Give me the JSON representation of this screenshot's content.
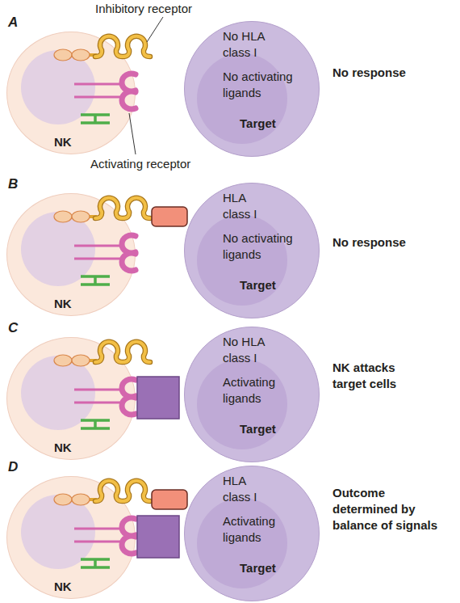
{
  "diagram": {
    "nodes": [
      {
        "text": [
          "NK"
        ]
      },
      {
        "text": [
          "No HLA class I",
          "No activating ligands",
          "Target"
        ]
      },
      {
        "text": [
          "NK"
        ]
      },
      {
        "text": [
          "HLA class I",
          "No activating ligands",
          "Target"
        ]
      },
      {
        "text": [
          "NK"
        ]
      },
      {
        "text": [
          "No HLA class I",
          "Activating ligands",
          "Target"
        ]
      },
      {
        "text": [
          "NK"
        ]
      },
      {
        "text": [
          "HLA class I",
          "Activating ligands",
          "Target"
        ]
      }
    ],
    "labels": [
      "Inhibitory receptor",
      "Activating receptor",
      "A",
      "No response",
      "B",
      "No response",
      "C",
      "NK attacks target cells",
      "D",
      "Outcome determined by balance of signals"
    ]
  }
}
